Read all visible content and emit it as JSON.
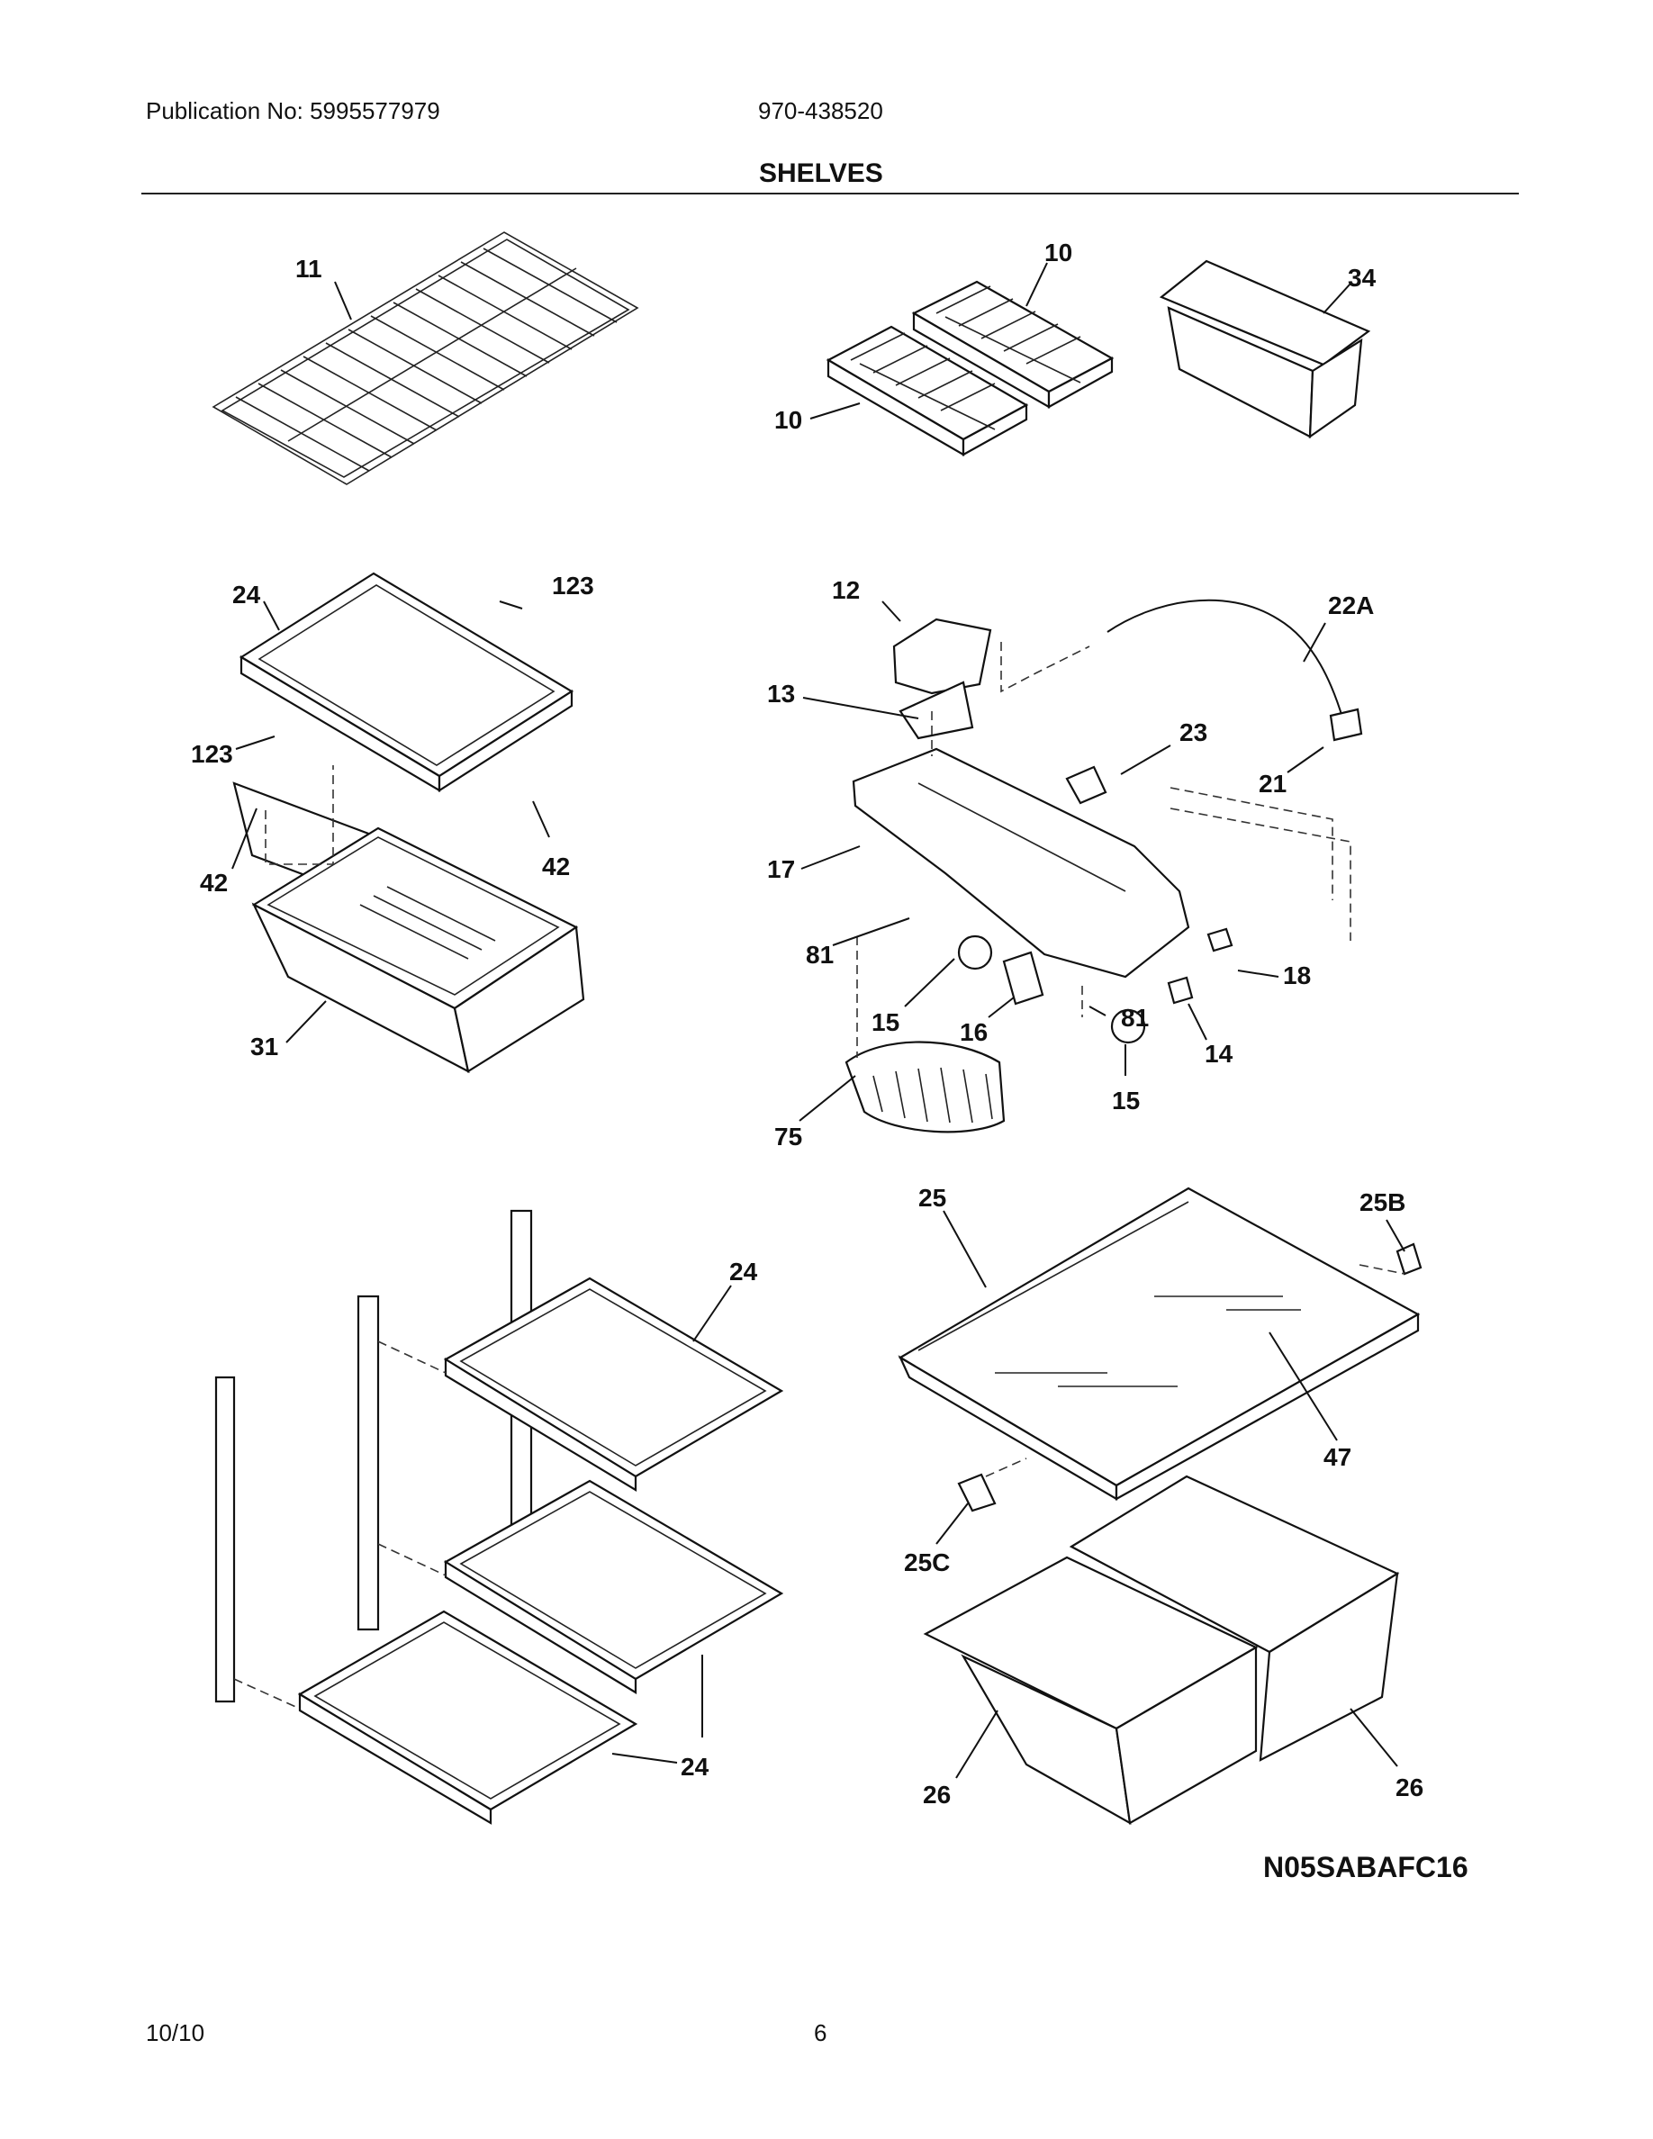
{
  "header": {
    "publication": "Publication No: 5995577979",
    "model": "970-438520",
    "title": "SHELVES"
  },
  "footer": {
    "date": "10/10",
    "page": "6"
  },
  "diagram": {
    "code": "N05SABAFC16",
    "callouts": {
      "c11": "11",
      "c10a": "10",
      "c10b": "10",
      "c34": "34",
      "c24a": "24",
      "c123a": "123",
      "c123b": "123",
      "c42a": "42",
      "c42b": "42",
      "c31": "31",
      "c12": "12",
      "c22A": "22A",
      "c13": "13",
      "c23": "23",
      "c21": "21",
      "c17": "17",
      "c81a": "81",
      "c18": "18",
      "c15a": "15",
      "c16": "16",
      "c81b": "81",
      "c14": "14",
      "c15b": "15",
      "c75": "75",
      "c25": "25",
      "c25B": "25B",
      "c24b": "24",
      "c47": "47",
      "c25C": "25C",
      "c24c": "24",
      "c26a": "26",
      "c26b": "26"
    }
  }
}
